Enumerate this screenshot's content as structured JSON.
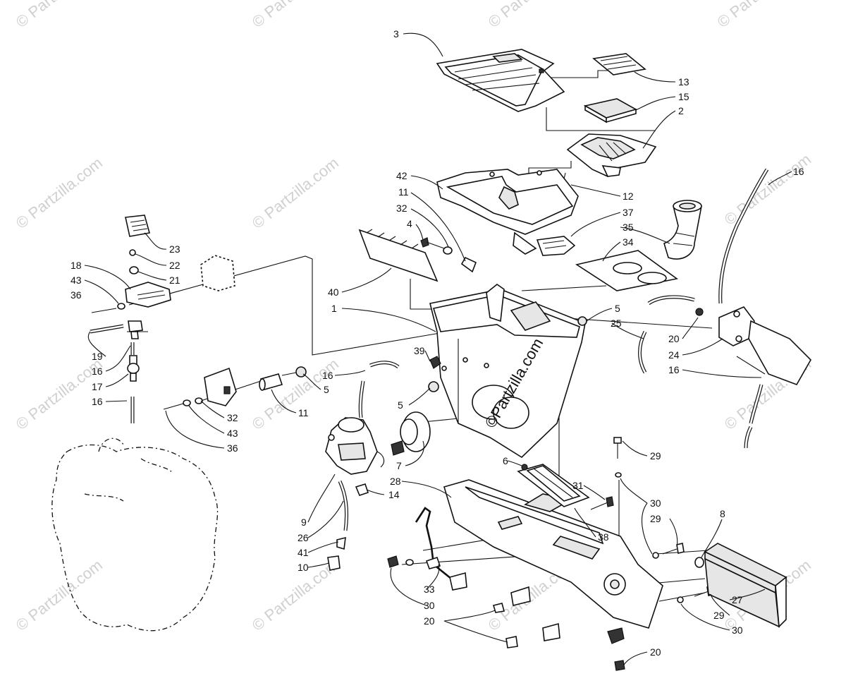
{
  "watermarks": {
    "corner": "© Partzilla.com",
    "center": "©Partzilla.com"
  },
  "callouts": [
    {
      "n": "3"
    },
    {
      "n": "13"
    },
    {
      "n": "15"
    },
    {
      "n": "2"
    },
    {
      "n": "16"
    },
    {
      "n": "42"
    },
    {
      "n": "11"
    },
    {
      "n": "12"
    },
    {
      "n": "32"
    },
    {
      "n": "37"
    },
    {
      "n": "4"
    },
    {
      "n": "35"
    },
    {
      "n": "34"
    },
    {
      "n": "23"
    },
    {
      "n": "22"
    },
    {
      "n": "18"
    },
    {
      "n": "21"
    },
    {
      "n": "43"
    },
    {
      "n": "36"
    },
    {
      "n": "40"
    },
    {
      "n": "1"
    },
    {
      "n": "5"
    },
    {
      "n": "25"
    },
    {
      "n": "20"
    },
    {
      "n": "24"
    },
    {
      "n": "16"
    },
    {
      "n": "19"
    },
    {
      "n": "39"
    },
    {
      "n": "16"
    },
    {
      "n": "16"
    },
    {
      "n": "17"
    },
    {
      "n": "5"
    },
    {
      "n": "5"
    },
    {
      "n": "16"
    },
    {
      "n": "11"
    },
    {
      "n": "32"
    },
    {
      "n": "43"
    },
    {
      "n": "36"
    },
    {
      "n": "29"
    },
    {
      "n": "7"
    },
    {
      "n": "6"
    },
    {
      "n": "28"
    },
    {
      "n": "31"
    },
    {
      "n": "14"
    },
    {
      "n": "30"
    },
    {
      "n": "8"
    },
    {
      "n": "9"
    },
    {
      "n": "29"
    },
    {
      "n": "26"
    },
    {
      "n": "38"
    },
    {
      "n": "41"
    },
    {
      "n": "10"
    },
    {
      "n": "33"
    },
    {
      "n": "27"
    },
    {
      "n": "30"
    },
    {
      "n": "29"
    },
    {
      "n": "20"
    },
    {
      "n": "30"
    },
    {
      "n": "20"
    }
  ]
}
